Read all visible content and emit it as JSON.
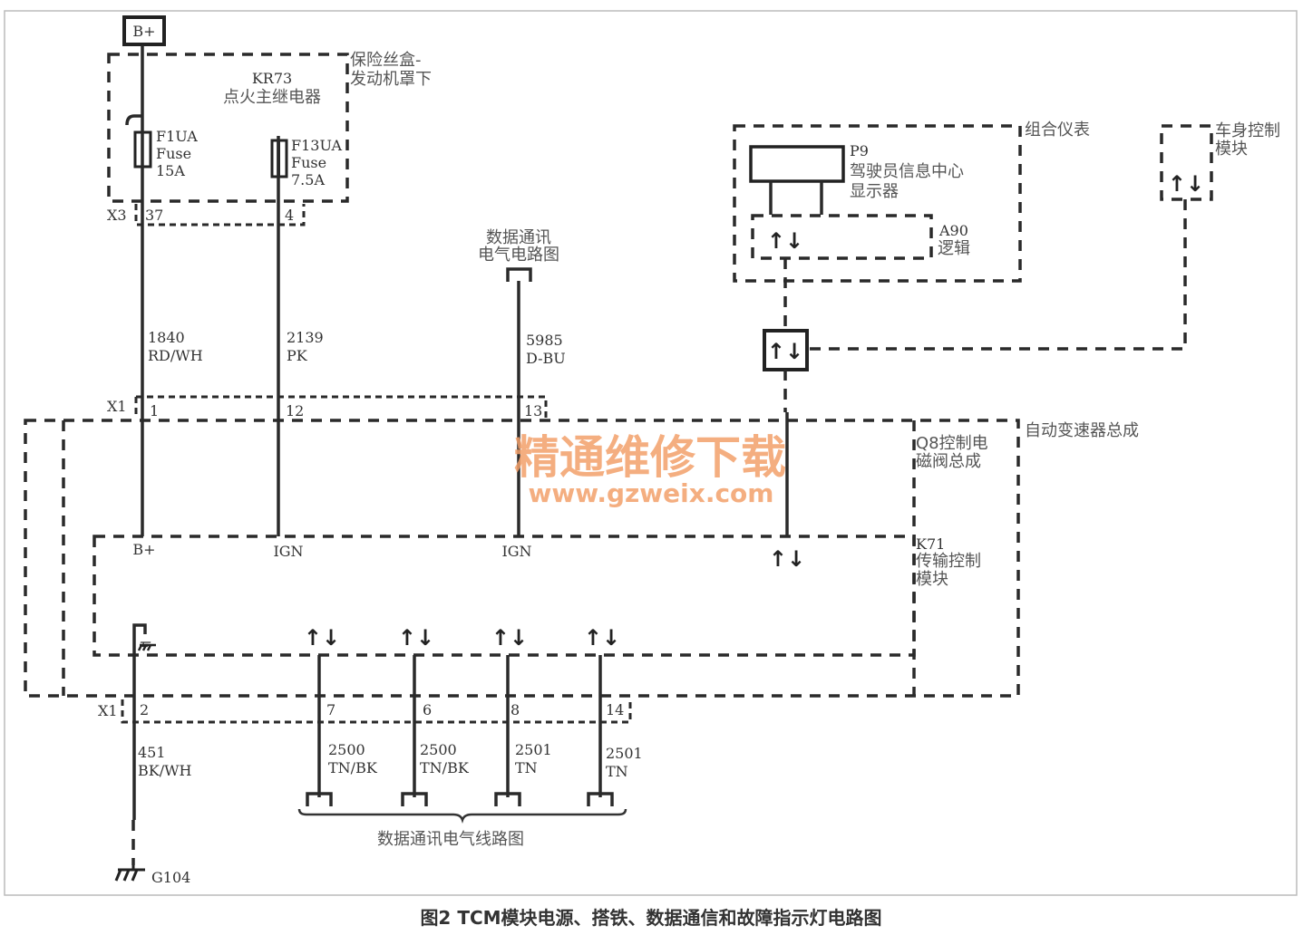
{
  "power": {
    "bplus": "B+"
  },
  "fuse_box": {
    "label_1": "保险丝盒-",
    "label_2": "发动机罩下",
    "relay_id": "KR73",
    "relay_name": "点火主继电器"
  },
  "fuses": [
    {
      "id": "F1UA",
      "type": "Fuse",
      "rating": "15A"
    },
    {
      "id": "F13UA",
      "type": "Fuse",
      "rating": "7.5A"
    }
  ],
  "x3": {
    "name": "X3",
    "pins": [
      "37",
      "4"
    ]
  },
  "data_comm_top": {
    "line1": "数据通讯",
    "line2": "电气电路图"
  },
  "wires_top": [
    {
      "circuit": "1840",
      "color": "RD/WH"
    },
    {
      "circuit": "2139",
      "color": "PK"
    },
    {
      "circuit": "5985",
      "color": "D-BU"
    }
  ],
  "x1_top": {
    "name": "X1",
    "pins": [
      "1",
      "12",
      "13"
    ]
  },
  "cluster": {
    "label": "组合仪表",
    "p9_id": "P9",
    "p9_name_1": "驾驶员信息中心",
    "p9_name_2": "显示器",
    "a90_id": "A90",
    "a90_name": "逻辑"
  },
  "bcm": {
    "line1": "车身控制",
    "line2": "模块"
  },
  "transmission": {
    "label": "自动变速器总成",
    "q8_1": "Q8控制电",
    "q8_2": "磁阀总成",
    "k71_id": "K71",
    "k71_1": "传输控制",
    "k71_2": "模块"
  },
  "k71_pins": {
    "bplus": "B+",
    "ign1": "IGN",
    "ign2": "IGN"
  },
  "x1_bottom": {
    "name": "X1",
    "pins": [
      "2",
      "7",
      "6",
      "8",
      "14"
    ]
  },
  "wires_bottom": [
    {
      "circuit": "451",
      "color": "BK/WH"
    },
    {
      "circuit": "2500",
      "color": "TN/BK"
    },
    {
      "circuit": "2500",
      "color": "TN/BK"
    },
    {
      "circuit": "2501",
      "color": "TN"
    },
    {
      "circuit": "2501",
      "color": "TN"
    }
  ],
  "data_comm_bottom": "数据通讯电气线路图",
  "ground": "G104",
  "watermark": {
    "cn": "精通维修下载",
    "url": "www.gzweix.com"
  },
  "caption": "图2 TCM模块电源、搭铁、数据通信和故障指示灯电路图"
}
